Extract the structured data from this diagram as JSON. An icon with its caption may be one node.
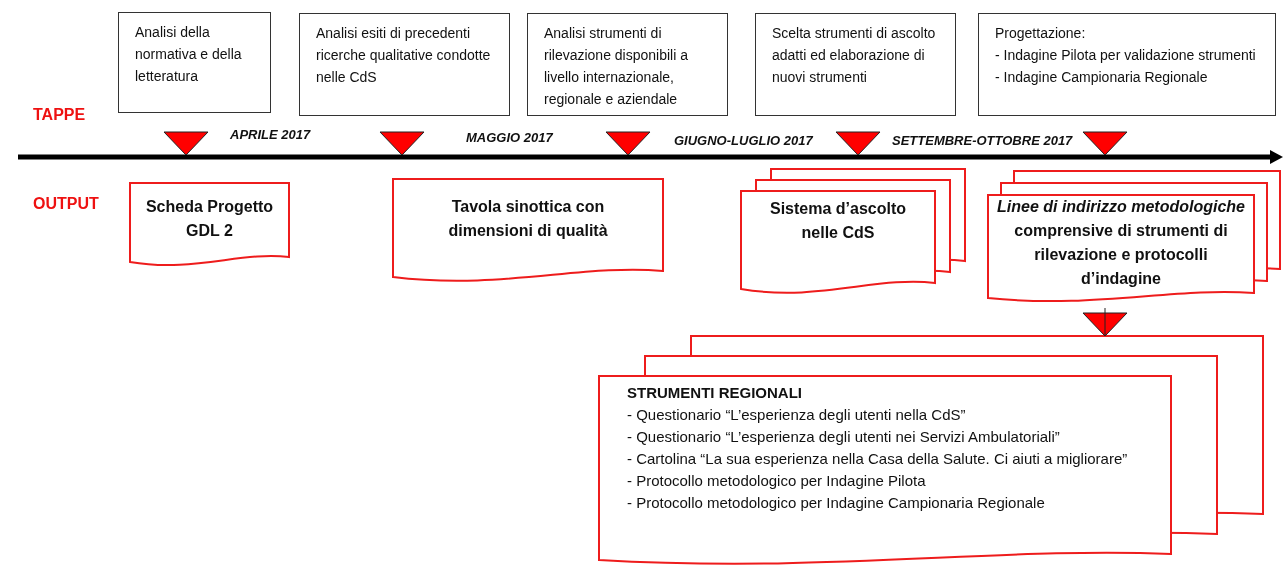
{
  "diagram": {
    "nodes": [
      {
        "text": [
          "Analisi della normativa e della letteratura"
        ]
      },
      {
        "text": [
          "Analisi esiti di precedenti ricerche qualitative condotte nelle CdS"
        ]
      },
      {
        "text": [
          "Analisi strumenti di rilevazione disponibili a livello internazionale, regionale e aziendale"
        ]
      },
      {
        "text": [
          "Scelta strumenti di ascolto adatti ed elaborazione di nuovi strumenti"
        ]
      },
      {
        "text": [
          "Progettazione:",
          "- Indagine Pilota per validazione strumenti",
          "- Indagine Campionaria Regionale"
        ]
      },
      {
        "text": [
          "Scheda Progetto GDL 2"
        ]
      },
      {
        "text": [
          "Tavola sinottica con dimensioni di qualità"
        ]
      },
      {
        "text": [
          "Sistema d’ascolto nelle CdS"
        ]
      },
      {
        "text": [
          "*Linee di indirizzo metodologiche* comprensive di strumenti di rilevazione e protocolli d’indagine"
        ]
      },
      {
        "text": [
          "STRUMENTI REGIONALI",
          "- Questionario “L’esperienza degli utenti nella CdS”",
          "- Questionario “L’esperienza degli utenti nei Servizi Ambulatoriali”",
          "- Cartolina “La sua esperienza nella Casa della Salute. Ci aiuti a migliorare”",
          "- Protocollo metodologico per Indagine Pilota",
          "- Protocollo metodologico per Indagine Campionaria Regionale"
        ]
      }
    ],
    "edges": [
      {
        "from": 8,
        "to": 9,
        "arrow": "to"
      }
    ],
    "labels": [
      "TAPPE",
      "APRILE 2017",
      "MAGGIO 2017",
      "GIUGNO-LUGLIO 2017",
      "SETTEMBRE-OTTOBRE 2017",
      "OUTPUT"
    ]
  }
}
